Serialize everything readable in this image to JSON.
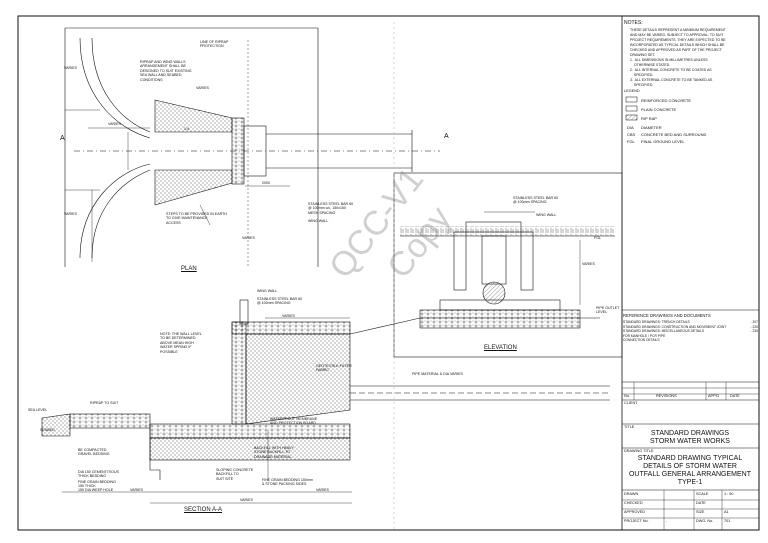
{
  "notes": {
    "title": "NOTES:",
    "lines": [
      "THESE DETAILS REPRESENT A MINIMUM REQUIREMENT",
      "AND MAY BE VARIED, SUBJECT TO APPROVAL, TO SUIT",
      "PROJECT REQUIREMENTS. THEY ARE EXPECTED TO BE",
      "INCORPORATED AS TYPICAL DETAILS WHICH SHALL BE",
      "CHECKED AND APPROVED AS PART OF THE PROJECT",
      "DRAWING SET.",
      "1.  ALL DIMENSIONS IN MILLIMETRES UNLESS",
      "    OTHERWISE STATED.",
      "2.  ALL INTERNAL CONCRETE TO BE COATED AS",
      "    SPECIFIED.",
      "3.  ALL EXTERNAL CONCRETE TO BE TANKED AS",
      "    SPECIFIED."
    ]
  },
  "legend": {
    "title": "LEGEND",
    "items": [
      {
        "label": "REINFORCED CONCRETE"
      },
      {
        "label": "PLAIN CONCRETE"
      },
      {
        "label": "RIP RAP"
      }
    ],
    "abbrevs": [
      {
        "code": "DIA",
        "text": "DIAMETER"
      },
      {
        "code": "CBS",
        "text": "CONCRETE BED AND SURROUND"
      },
      {
        "code": "FGL",
        "text": "FINAL GROUND LEVEL"
      }
    ]
  },
  "references": {
    "title": "REFERENCE DRAWINGS AND DOCUMENTS",
    "lines": [
      {
        "text": "STANDARD DRAWINGS: TRENCH DETAILS",
        "no": "- 207"
      },
      {
        "text": "STANDARD DRAWINGS: CONSTRUCTION AND MOVEMENT JOINT",
        "no": "- 220"
      },
      {
        "text": "STANDARD DRAWINGS: MISCELLANEOUS DETAILS",
        "no": "- 230"
      },
      {
        "text": "FOR MANHOLE / PCR PIPE",
        "no": ""
      },
      {
        "text": "CONNECTION DETAILS",
        "no": ""
      }
    ]
  },
  "revisions": {
    "no": "No.",
    "revisions": "REVISIONS",
    "appd": "APP'D",
    "date": "DATE"
  },
  "client": "CLIENT",
  "title_block": {
    "title_label": "TITLE",
    "title_line1": "STANDARD DRAWINGS",
    "title_line2": "STORM WATER WORKS",
    "drawing_title_label": "DRAWING TITLE",
    "drawing_title": [
      "STANDARD DRAWING TYPICAL",
      "DETAILS OF  STORM WATER",
      "OUTFALL GENERAL ARRANGEMENT",
      "TYPE-1"
    ],
    "rows": [
      {
        "left": "DRAWN",
        "mid": "",
        "key": "SCALE",
        "val": "1 : 50"
      },
      {
        "left": "CHECKED",
        "mid": "",
        "key": "DATE",
        "val": ""
      },
      {
        "left": "APPROVED",
        "mid": "",
        "key": "SIZE",
        "val": "A1"
      },
      {
        "left": "PROJECT No.",
        "mid": "-",
        "key": "DWG. No.",
        "val": "701"
      }
    ]
  },
  "views": {
    "plan": "PLAN",
    "elevation": "ELEVATION",
    "section": "SECTION A-A"
  },
  "watermark": {
    "line1": "QCC-V1",
    "line2": "Copy"
  },
  "plan_labels": {
    "a_left": "A",
    "a_right": "A",
    "line_of_riprap": "LINE OF RIPRAP\nPROTECTION",
    "riprap_note": "RIPRAP AND WING WALLS\nARRANGEMENT SHALL BE\nDESIGNED TO SUIT EXISTING\nSEA WALL AND SEABED\nCONDITIONS",
    "steps_note": "STEPS TO BE PROVIDED IN EARTH\nTO GIVE MAINTENANCE\nACCESS",
    "stainless_bar": "STAINLESS STEEL BAR 60\n@ 100mm c/c, 150x150\nMESH SPACING",
    "wing_wall": "WING WALL",
    "varies_a": "VARIES",
    "varies_b": "VARIES",
    "varies_c": "VARIES",
    "varies_d": "VARIES",
    "varies_e": "VARIES",
    "dim_2000": "2000",
    "slope": "1:4"
  },
  "elevation_labels": {
    "stainless": "STAINLESS STEEL BAR 60\n@ 100mm SPACING",
    "wing_wall": "WING WALL",
    "varies": "VARIES",
    "fgl": "FGL",
    "pipe_outlet": "PIPE OUTLET\nLEVEL"
  },
  "section_labels": {
    "wing_wall": "WING WALL",
    "stainless": "STAINLESS STEEL BAR 60\n@ 100mm SPACING",
    "note_wall": "NOTE: THE WALL LEVEL\nTO BE DETERMINED\nABOVE MEAN HIGH\nWATER SPRING IF\nPOSSIBLE",
    "varies": "VARIES",
    "geotextile": "GEOTEXTILE FILTER\nFABRIC",
    "pipe_note": "PIPE MATERIAL & DIA VARIES",
    "riprap_to_suit": "RIPRAP TO SUIT",
    "sea_level": "SEA LEVEL",
    "seabed": "SEABED",
    "compacted": "BE COMPACTED\nGRAVEL BEDDING",
    "dia_bed": "DIA 150 CEMENTITIOUS\nTHICK BEDDING",
    "fine_bed": "FINE GRAIN BEDDING\n150 THICK",
    "hole_drill": "150 DIA WEEP HOLE",
    "sloping": "SLOPING CONCRETE\nBACKFILL TO\nSUIT SITE",
    "backfill": "BACKFILL WITH HEAVY\nSTONE BACKFILL TO\nDRAINAGE MATERIAL",
    "waterproof": "WATERPROOF MEMBRANE\nAND PROTECTION BOARD",
    "fine_note": "FINE GRAIN BEDDING 150mm\n& STONE PACKING SIDES",
    "varies2": "VARIES",
    "varies3": "VARIES",
    "varies4": "VARIES"
  }
}
